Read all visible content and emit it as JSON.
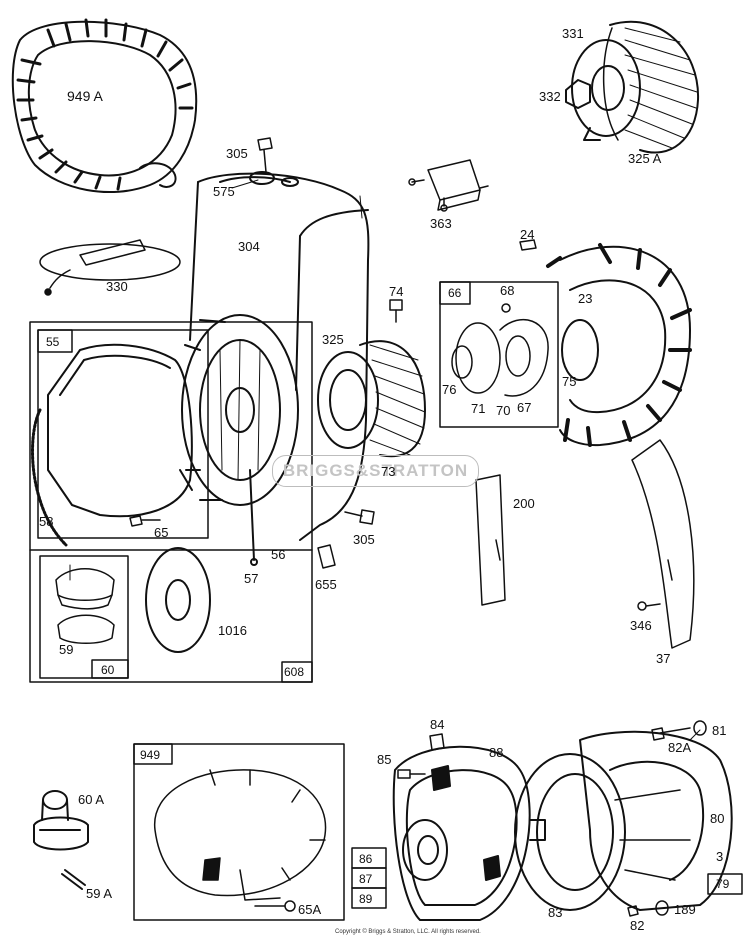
{
  "watermark": "BRIGGS&STRATTON",
  "copyright": "Copyright © Briggs & Stratton, LLC. All rights reserved.",
  "parts": [
    "949 A",
    "305",
    "575",
    "304",
    "330",
    "331",
    "332",
    "325 A",
    "363",
    "24",
    "66",
    "68",
    "23",
    "74",
    "55",
    "325",
    "76",
    "71",
    "70",
    "67",
    "75",
    "58",
    "65",
    "56",
    "57",
    "73",
    "305",
    "200",
    "655",
    "1016",
    "59",
    "60",
    "608",
    "346",
    "37",
    "84",
    "85",
    "88",
    "82A",
    "81",
    "949",
    "60 A",
    "80",
    "86",
    "87",
    "89",
    "3",
    "59 A",
    "65A",
    "83",
    "82",
    "189",
    "79"
  ]
}
